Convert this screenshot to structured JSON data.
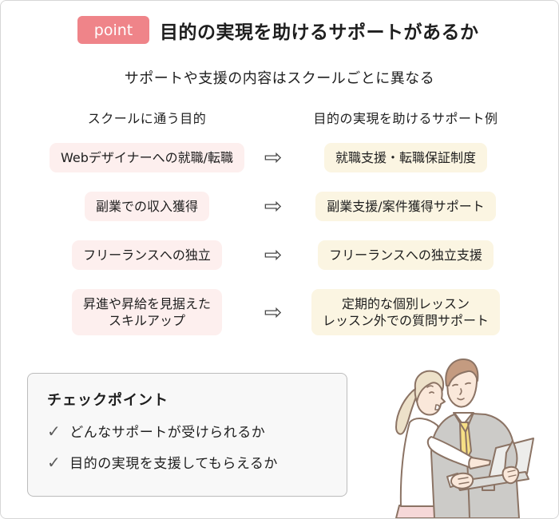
{
  "colors": {
    "page_bg": "#ffffff",
    "page_border": "#d6d6d6",
    "text": "#1e1e1e",
    "badge_bg": "#ef8489",
    "badge_text": "#ffffff",
    "purpose_box_bg": "#fdefee",
    "support_box_bg": "#fbf5e2",
    "arrow_color": "#4a4a4a",
    "checkpoint_bg": "#f8f8f8",
    "checkpoint_border": "#bcbcbc",
    "check_color": "#5c5c5c"
  },
  "header": {
    "badge": "point",
    "title": "目的の実現を助けるサポートがあるか"
  },
  "subtitle": "サポートや支援の内容はスクールごとに異なる",
  "comparison": {
    "left_header": "スクールに通う目的",
    "right_header": "目的の実現を助けるサポート例",
    "arrow_icon": "⇨",
    "rows": [
      {
        "purpose": "Webデザイナーへの就職/転職",
        "support": "就職支援・転職保証制度"
      },
      {
        "purpose": "副業での収入獲得",
        "support": "副業支援/案件獲得サポート"
      },
      {
        "purpose": "フリーランスへの独立",
        "support": "フリーランスへの独立支援"
      },
      {
        "purpose": "昇進や昇給を見据えた\nスキルアップ",
        "support": "定期的な個別レッスン\nレッスン外での質問サポート"
      }
    ]
  },
  "checkpoint": {
    "title": "チェックポイント",
    "check_icon": "✓",
    "items": [
      "どんなサポートが受けられるか",
      "目的の実現を支援してもらえるか"
    ]
  },
  "illustration": {
    "description": "two-people-looking-at-laptop"
  }
}
